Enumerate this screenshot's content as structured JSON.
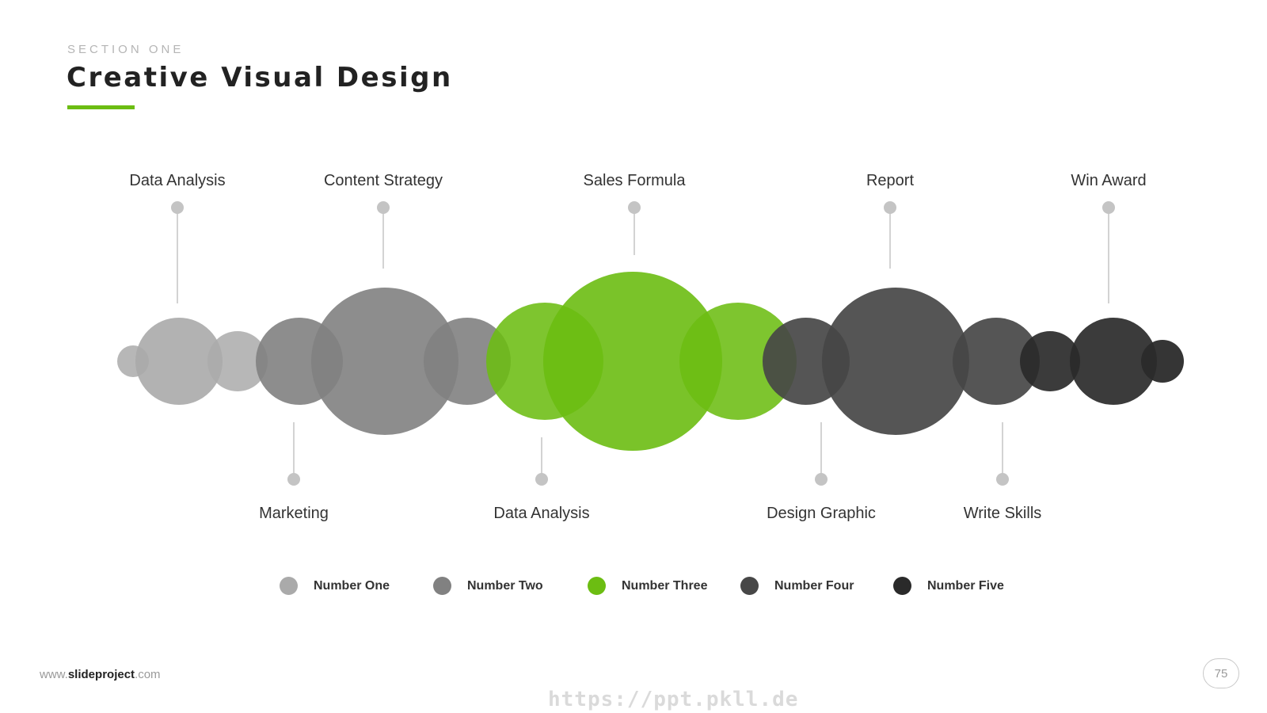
{
  "header": {
    "section": "SECTION ONE",
    "title": "Creative Visual Design",
    "accent_color": "#6cbd12"
  },
  "diagram": {
    "top_labels": [
      "Data Analysis",
      "Content Strategy",
      "Sales Formula",
      "Report",
      "Win Award"
    ],
    "bottom_labels": [
      "Marketing",
      "Data Analysis",
      "Design Graphic",
      "Write Skills"
    ],
    "bubble_group_sequence": [
      "one",
      "one",
      "one",
      "two",
      "two",
      "two",
      "three",
      "three",
      "three",
      "four",
      "four",
      "four",
      "five",
      "five",
      "five"
    ]
  },
  "legend": [
    {
      "key": "one",
      "label": "Number One",
      "color": "#aaaaaa"
    },
    {
      "key": "two",
      "label": "Number Two",
      "color": "#818181"
    },
    {
      "key": "three",
      "label": "Number Three",
      "color": "#6cbd12"
    },
    {
      "key": "four",
      "label": "Number Four",
      "color": "#474747"
    },
    {
      "key": "five",
      "label": "Number Five",
      "color": "#2a2a2a"
    }
  ],
  "colors": {
    "connector": "#c4c4c4",
    "label_text": "#333333"
  },
  "footer": {
    "url_prefix": "www.",
    "url_brand": "slideproject",
    "url_suffix": ".com",
    "page_number": "75",
    "watermark": "https://ppt.pkll.de"
  }
}
